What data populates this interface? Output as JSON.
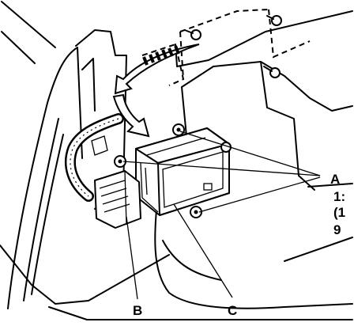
{
  "callouts": {
    "a": "A",
    "b": "B",
    "c": "C",
    "spec_line_1": "1:",
    "spec_line_2": "(1",
    "spec_line_3": "9"
  }
}
